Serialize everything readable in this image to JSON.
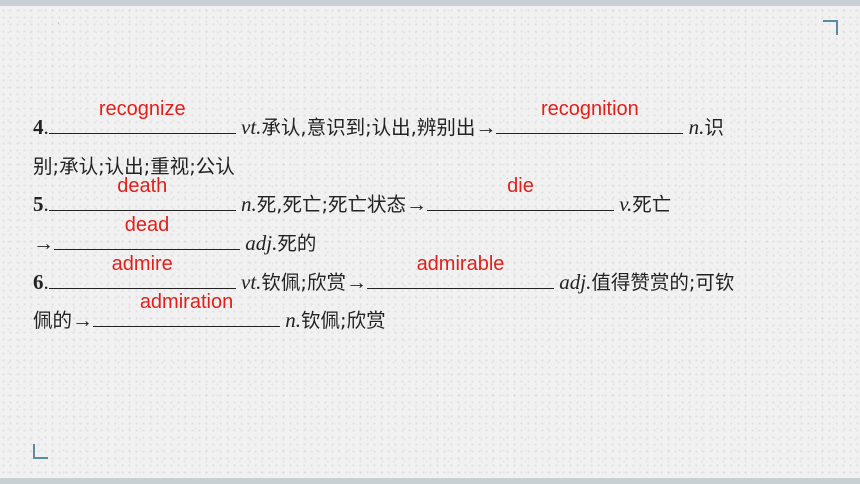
{
  "items": [
    {
      "number": "4",
      "answer": "recognize",
      "pos": "vt.",
      "meaning": "承认,意识到;认出,辨别出",
      "arrow": "→",
      "derived_answer": "recognition",
      "derived_pos": "n.",
      "derived_meaning_line1": "识",
      "derived_meaning_line2": "别;承认;认出;重视;公认"
    },
    {
      "number": "5",
      "answer": "death",
      "pos": "n.",
      "meaning": "死,死亡;死亡状态",
      "arrow": "→",
      "derived_answer": "die",
      "derived_pos": "v.",
      "derived_meaning": "死亡",
      "arrow2": "→",
      "derived2_answer": "dead",
      "derived2_pos": "adj.",
      "derived2_meaning": "死的"
    },
    {
      "number": "6",
      "answer": "admire",
      "pos": "vt.",
      "meaning": "钦佩;欣赏",
      "arrow": "→",
      "derived_answer": "admirable",
      "derived_pos": "adj.",
      "derived_meaning_line1": "值得赞赏的;可钦",
      "derived_meaning_line2": "佩的",
      "arrow2": "→",
      "derived2_answer": "admiration",
      "derived2_pos": "n.",
      "derived2_meaning": "钦佩;欣赏"
    }
  ],
  "decor": {
    "dot": "·"
  },
  "colors": {
    "answer": "#e0201b",
    "text": "#222222",
    "accent": "#5d8aa0"
  }
}
